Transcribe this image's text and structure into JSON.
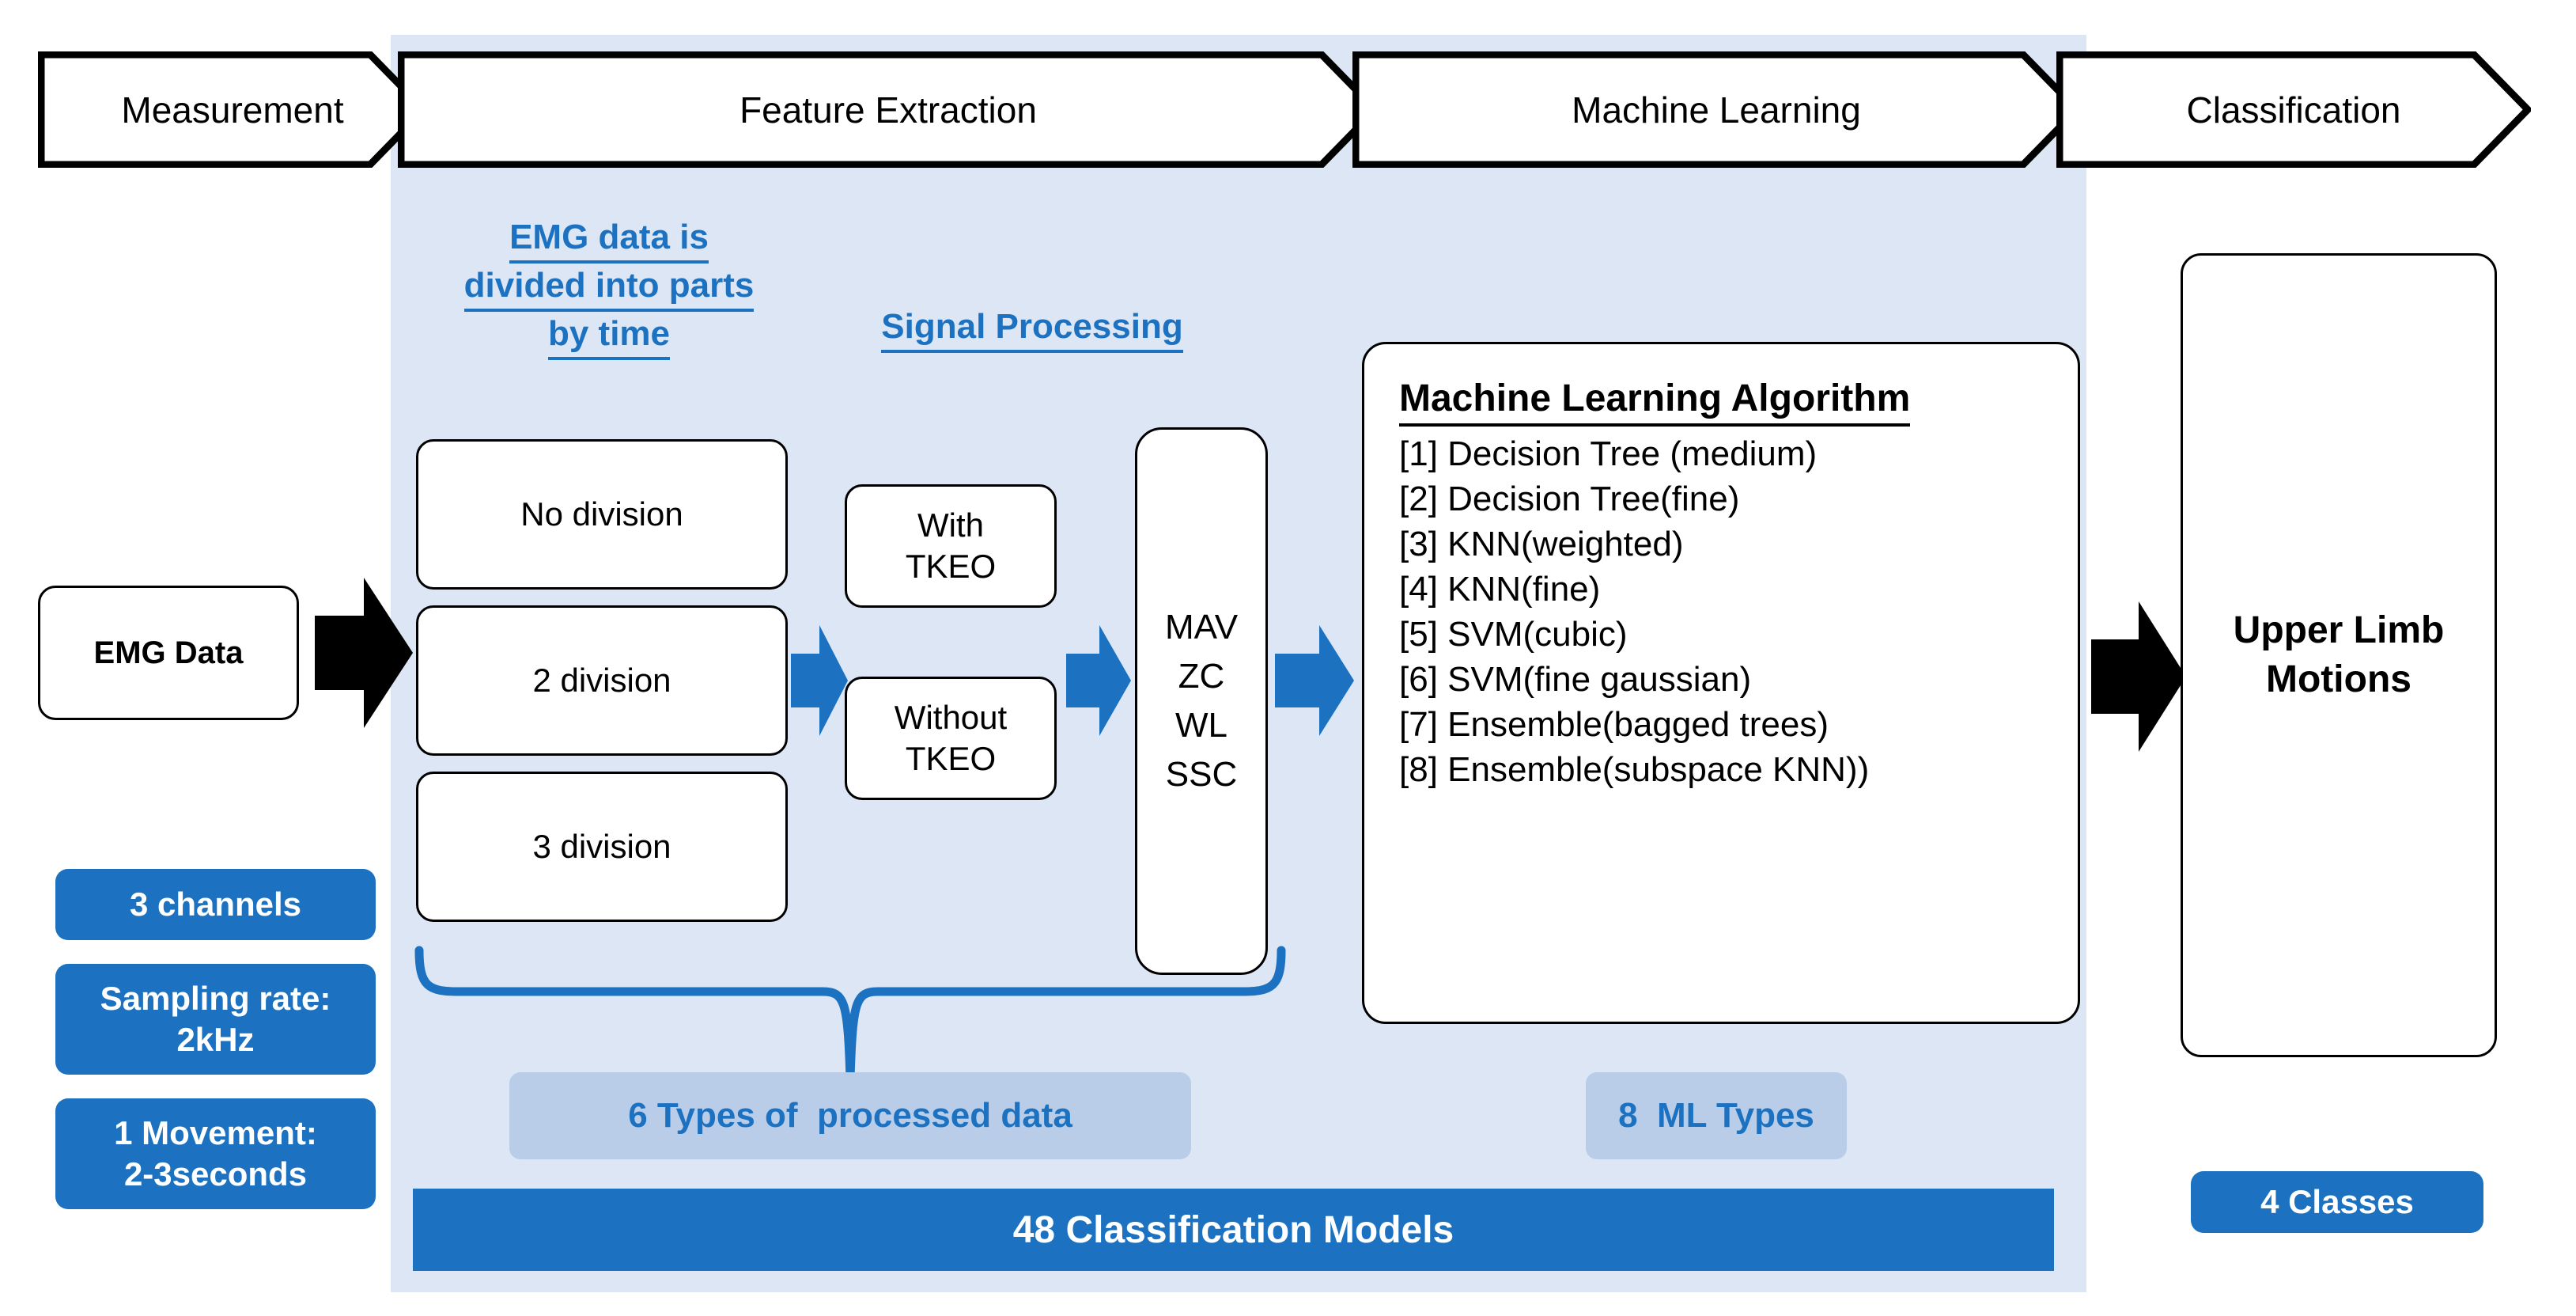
{
  "banner": {
    "stages": [
      {
        "label": "Measurement"
      },
      {
        "label": "Feature Extraction"
      },
      {
        "label": "Machine Learning"
      },
      {
        "label": "Classification"
      }
    ]
  },
  "headings": {
    "division": [
      "EMG data is",
      "divided into parts",
      "by time"
    ],
    "signal": "Signal Processing"
  },
  "input": {
    "emg_data_label": "EMG Data"
  },
  "divisions": [
    {
      "label": "No division"
    },
    {
      "label": "2 division"
    },
    {
      "label": "3 division"
    }
  ],
  "tkeo": [
    {
      "line1": "With",
      "line2": "TKEO"
    },
    {
      "line1": "Without",
      "line2": "TKEO"
    }
  ],
  "features": [
    "MAV",
    "ZC",
    "WL",
    "SSC"
  ],
  "ml_box": {
    "title": "Machine Learning Algorithm",
    "items": [
      "[1] Decision Tree (medium)",
      "[2] Decision Tree(fine)",
      "[3] KNN(weighted)",
      "[4] KNN(fine)",
      "[5] SVM(cubic)",
      "[6] SVM(fine gaussian)",
      "[7] Ensemble(bagged trees)",
      "[8] Ensemble(subspace KNN))"
    ]
  },
  "output": {
    "line1": "Upper Limb",
    "line2": "Motions"
  },
  "badges": {
    "channels": "3 channels",
    "sampling_line1": "Sampling rate:",
    "sampling_line2": "2kHz",
    "movement_line1": "1 Movement:",
    "movement_line2": "2-3seconds",
    "classes": "4 Classes"
  },
  "chips": {
    "processed_data": "6 Types of  processed data",
    "ml_types": "8  ML Types"
  },
  "summary_bar": "48 Classification Models",
  "colors": {
    "panel_bg": "#DCE6F4",
    "accent_blue": "#1C72C0",
    "chip_bg": "#B9CDE8",
    "text_black": "#000000",
    "box_white": "#FFFFFF"
  }
}
